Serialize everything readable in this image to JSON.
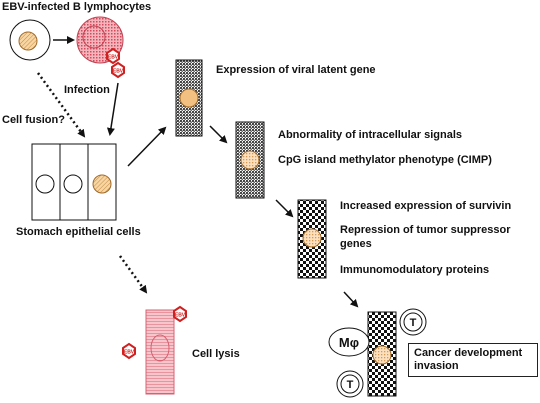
{
  "labels": {
    "ebv_infected": "EBV-infected B lymphocytes",
    "infection": "Infection",
    "cell_fusion": "Cell fusion?",
    "stomach_cells": "Stomach epithelial cells",
    "viral_latent": "Expression of viral latent gene",
    "abnormal_signals": "Abnormality of intracellular signals",
    "cimp": "CpG island methylator phenotype (CIMP)",
    "survivin": "Increased expression of survivin",
    "repression_line1": "Repression of tumor suppressor",
    "repression_line2": "genes",
    "immunomodulatory": "Immunomodulatory proteins",
    "cell_lysis": "Cell lysis",
    "cancer_line1": "Cancer development",
    "cancer_line2": "invasion"
  },
  "badges": {
    "ebv": "EBV",
    "t_cell": "T",
    "macrophage": "Mφ"
  },
  "colors": {
    "nucleus_fill": "#f0c080",
    "nucleus_stroke": "#b07a30",
    "infected_pink": "#e06070",
    "ebv_red": "#d02020"
  }
}
